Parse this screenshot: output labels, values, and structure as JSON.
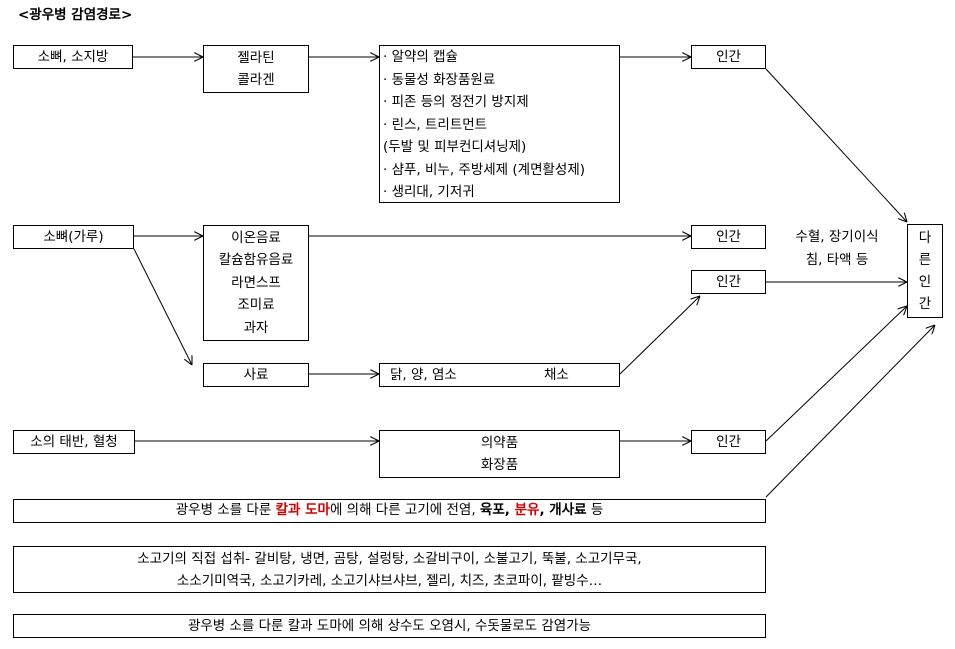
{
  "title": "<광우병 감염경로>",
  "boxes": {
    "bone_fat": "소뼈, 소지방",
    "gelatin": [
      "젤라틴",
      "콜라겐"
    ],
    "products": [
      "· 알약의 캡슐",
      "· 동물성 화장품원료",
      "· 피존 등의 정전기 방지제",
      "· 린스, 트리트먼트",
      "(두발 및 피부컨디셔닝제)",
      "· 샴푸, 비누, 주방세제 (계면활성제)",
      "· 생리대, 기저귀"
    ],
    "human1": "인간",
    "bone_powder": "소뼈(가루)",
    "foods": [
      "이온음료",
      "칼슘함유음료",
      "라면스프",
      "조미료",
      "과자"
    ],
    "human2": "인간",
    "human3": "인간",
    "feed": "사료",
    "animals": "닭, 양, 염소",
    "vegetables": "채소",
    "placenta": "소의 태반, 혈청",
    "medicine": [
      "의약품",
      "화장품"
    ],
    "human4": "인간",
    "other_human": [
      "다",
      "른",
      "인",
      "간"
    ],
    "transfusion": [
      "수혈, 장기이식",
      "침, 타액 등"
    ],
    "knife": {
      "p1": "광우병 소를 다룬 ",
      "red1": "칼과 도마",
      "p2": "에 의해 다른 고기에 전염, ",
      "b1": "육포",
      "sep1": ", ",
      "red2": "분유",
      "sep2": ", ",
      "b2": "개사료",
      "p3": " 등"
    },
    "direct": [
      "소고기의 직접 섭취- 갈비탕, 냉면, 곰탕, 설렁탕, 소갈비구이, 소불고기, 뚝불, 소고기무국,",
      "소소기미역국, 소고기카레, 소고기샤브샤브, 젤리, 치즈, 초코파이, 팥빙수…"
    ],
    "water": "광우병 소를 다룬 칼과 도마에 의해 상수도 오염시, 수돗물로도 감염가능"
  }
}
